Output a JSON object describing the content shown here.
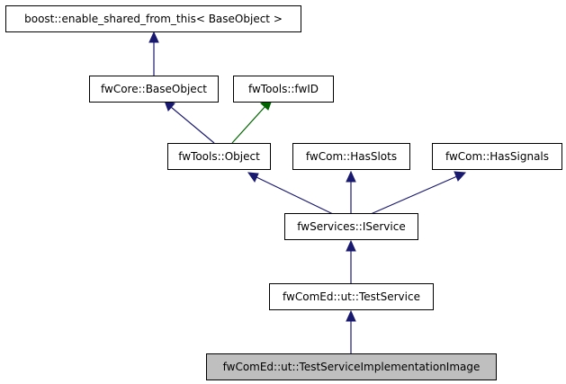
{
  "nodes": {
    "enable_shared": "boost::enable_shared_from_this< BaseObject >",
    "base_object": "fwCore::BaseObject",
    "fwid": "fwTools::fwID",
    "object": "fwTools::Object",
    "has_slots": "fwCom::HasSlots",
    "has_signals": "fwCom::HasSignals",
    "iservice": "fwServices::IService",
    "test_service": "fwComEd::ut::TestService",
    "test_service_impl": "fwComEd::ut::TestServiceImplementationImage"
  },
  "colors": {
    "public_inheritance": "#191970",
    "protected_inheritance": "#006400",
    "highlight_fill": "#bfbfbf"
  }
}
